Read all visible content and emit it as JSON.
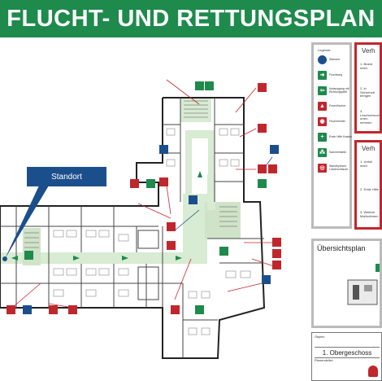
{
  "header": {
    "title": "FLUCHT- UND RETTUNGSPLAN"
  },
  "standort": {
    "label": "Standort"
  },
  "legend": {
    "title": "Legende",
    "items": [
      {
        "label": "Standort",
        "icon": "location-dot-icon",
        "color": "#1b4f8c"
      },
      {
        "label": "Fluchtweg",
        "icon": "escape-arrow-icon",
        "color": "#1e8a4c"
      },
      {
        "label": "Notausgang mit Richtungspfeil",
        "icon": "emergency-exit-icon",
        "color": "#1e8a4c"
      },
      {
        "label": "Feuerlöscher",
        "icon": "extinguisher-icon",
        "color": "#c0272d"
      },
      {
        "label": "Feuermelder",
        "icon": "fire-alarm-icon",
        "color": "#c0272d"
      },
      {
        "label": "Erste Hilfe Kasten",
        "icon": "first-aid-icon",
        "color": "#1e8a4c"
      },
      {
        "label": "Sammelstelle",
        "icon": "assembly-point-icon",
        "color": "#1e8a4c"
      },
      {
        "label": "Wandhydrant Löschschlauch",
        "icon": "hydrant-icon",
        "color": "#c0272d"
      }
    ]
  },
  "verhalten_brand": {
    "title": "Verh",
    "items": [
      "1. Brand meld",
      "2. In Sicherheit bringen",
      "3. Löschversuch unter-nehmen"
    ]
  },
  "verhalten_unfall": {
    "title": "Verh",
    "items": [
      "1. Unfall meld",
      "2. Erste Hilfe",
      "3. Weitere Maßnahmen"
    ]
  },
  "uebersicht": {
    "title": "Übersichtsplan"
  },
  "objekt": {
    "label": "Objekt:",
    "floor": "1. Obergeschoss",
    "ersteller_label": "Planersteller:"
  },
  "colors": {
    "green": "#1e8a4c",
    "red": "#c0272d",
    "blue": "#1b4f8c",
    "corridor": "#d8ebd3"
  }
}
